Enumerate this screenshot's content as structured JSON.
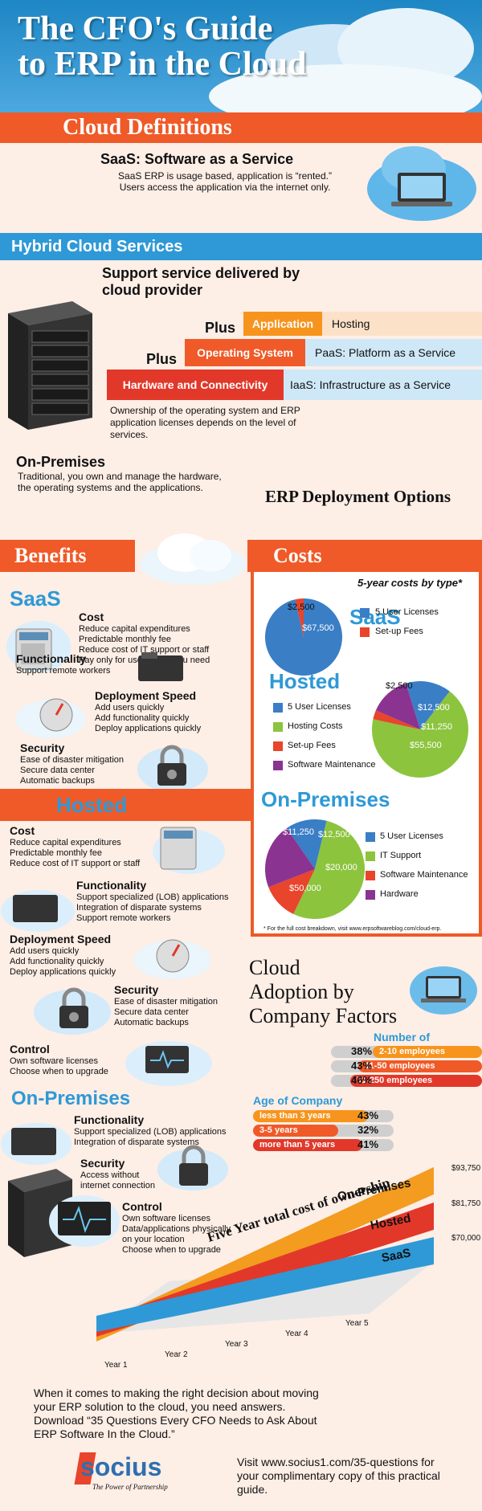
{
  "header": {
    "title": "The CFO's Guide to ERP in the Cloud"
  },
  "cloud_definitions": {
    "band": "Cloud Definitions",
    "saas_title": "SaaS: Software as a Service",
    "saas_desc": "SaaS ERP is usage based, application is “rented.” Users access the application via the internet only."
  },
  "hybrid": {
    "band": "Hybrid Cloud Services",
    "support": "Support service delivered by cloud provider",
    "plus": "Plus",
    "application": "Application",
    "hosting": "Hosting",
    "operating_system": "Operating System",
    "paas": "PaaS: Platform as a Service",
    "hardware": "Hardware and Connectivity",
    "iaas": "IaaS: Infrastructure as a Service",
    "ownership": "Ownership of the operating system and ERP application licenses depends on the level of services."
  },
  "on_premises_def": {
    "title": "On-Premises",
    "desc": "Traditional, you own and manage the hardware, the operating systems and the applications."
  },
  "deployment": {
    "title": "ERP Deployment Options",
    "benefits": "Benefits",
    "costs": "Costs",
    "five_year": "5-year costs by type*"
  },
  "benefits_saas": {
    "title": "SaaS",
    "cost_title": "Cost",
    "cost_items": "Reduce capital expenditures\nPredictable monthly fee\nReduce cost of IT support or staff\nPay only for users/apps you need",
    "func_title": "Functionality",
    "func_items": "Support remote workers",
    "speed_title": "Deployment Speed",
    "speed_items": "Add users quickly\nAdd functionality quickly\nDeploy applications quickly",
    "sec_title": "Security",
    "sec_items": "Ease of disaster mitigation\nSecure data center\nAutomatic backups"
  },
  "benefits_hosted": {
    "title": "Hosted",
    "cost_title": "Cost",
    "cost_items": "Reduce capital expenditures\nPredictable monthly fee\nReduce cost of IT support or staff",
    "func_title": "Functionality",
    "func_items": "Support specialized (LOB) applications\nIntegration of disparate systems\nSupport remote workers",
    "speed_title": "Deployment Speed",
    "speed_items": "Add users quickly\nAdd functionality quickly\nDeploy applications quickly",
    "sec_title": "Security",
    "sec_items": "Ease of disaster mitigation\nSecure data center\nAutomatic backups",
    "ctrl_title": "Control",
    "ctrl_items": "Own software licenses\nChoose when to upgrade"
  },
  "benefits_onprem": {
    "title": "On-Premises",
    "func_title": "Functionality",
    "func_items": "Support specialized (LOB) applications\nIntegration of disparate systems",
    "sec_title": "Security",
    "sec_items": "Access without\ninternet connection",
    "ctrl_title": "Control",
    "ctrl_items": "Own software licenses\nData/applications physically\non your location\nChoose when to upgrade"
  },
  "costs": {
    "saas_title": "SaaS",
    "hosted_title": "Hosted",
    "onprem_title": "On-Premises",
    "footnote": "* For the full cost breakdown, visit www.erpsoftwareblog.com/cloud-erp."
  },
  "chart_data": [
    {
      "type": "pie",
      "title": "SaaS",
      "categories": [
        "5 User Licenses",
        "Set-up Fees"
      ],
      "values": [
        67500,
        2500
      ],
      "labels": [
        "$67,500",
        "$2,500"
      ],
      "colors": [
        "#3a7ec6",
        "#e8452c"
      ]
    },
    {
      "type": "pie",
      "title": "Hosted",
      "categories": [
        "5 User Licenses",
        "Hosting Costs",
        "Set-up Fees",
        "Software Maintenance"
      ],
      "values": [
        12500,
        55500,
        2500,
        11250
      ],
      "labels": [
        "$12,500",
        "$55,500",
        "$2,500",
        "$11,250"
      ],
      "colors": [
        "#3a7ec6",
        "#8cc43e",
        "#e8452c",
        "#8a3391"
      ]
    },
    {
      "type": "pie",
      "title": "On-Premises",
      "categories": [
        "5 User Licenses",
        "IT Support",
        "Software Maintenance",
        "Hardware"
      ],
      "values": [
        12500,
        50000,
        11250,
        20000
      ],
      "labels": [
        "$12,500",
        "$50,000",
        "$11,250",
        "$20,000"
      ],
      "colors": [
        "#3a7ec6",
        "#8cc43e",
        "#e8452c",
        "#8a3391"
      ]
    },
    {
      "type": "bar",
      "title": "Number of Employees",
      "categories": [
        "2-10 employees",
        "11-50 employees",
        "51-250 employees"
      ],
      "values": [
        38,
        43,
        46
      ],
      "labels": [
        "38%",
        "43%",
        "46%"
      ],
      "colors": [
        "#f7941d",
        "#ef5a28",
        "#e2382a"
      ]
    },
    {
      "type": "bar",
      "title": "Age of Company",
      "categories": [
        "less than 3 years",
        "3-5 years",
        "more than 5 years"
      ],
      "values": [
        43,
        32,
        41
      ],
      "labels": [
        "43%",
        "32%",
        "41%"
      ],
      "colors": [
        "#f7941d",
        "#ef5a28",
        "#e2382a"
      ]
    },
    {
      "type": "area",
      "title": "Five Year total cost of ownership",
      "categories": [
        "Year 1",
        "Year 2",
        "Year 3",
        "Year 4",
        "Year 5"
      ],
      "series": [
        {
          "name": "SaaS",
          "end_value": 70000,
          "label": "$70,000",
          "color": "#2e99d6"
        },
        {
          "name": "Hosted",
          "end_value": 81750,
          "label": "$81,750",
          "color": "#e2382a"
        },
        {
          "name": "On-Premises",
          "end_value": 93750,
          "label": "$93,750",
          "color": "#f39c1f"
        }
      ]
    }
  ],
  "adoption": {
    "title_1": "Cloud",
    "title_2": "Adoption by",
    "title_3": "Company Factors"
  },
  "footer": {
    "cta": "When it comes to making the right decision about moving your ERP solution to the cloud, you need answers.  Download “35 Questions Every CFO Needs to Ask About ERP Software In the Cloud.”",
    "visit": "Visit www.socius1.com/35-questions for your complimentary copy of this practical guide.",
    "logo": "socius",
    "tagline": "The Power of Partnership"
  }
}
